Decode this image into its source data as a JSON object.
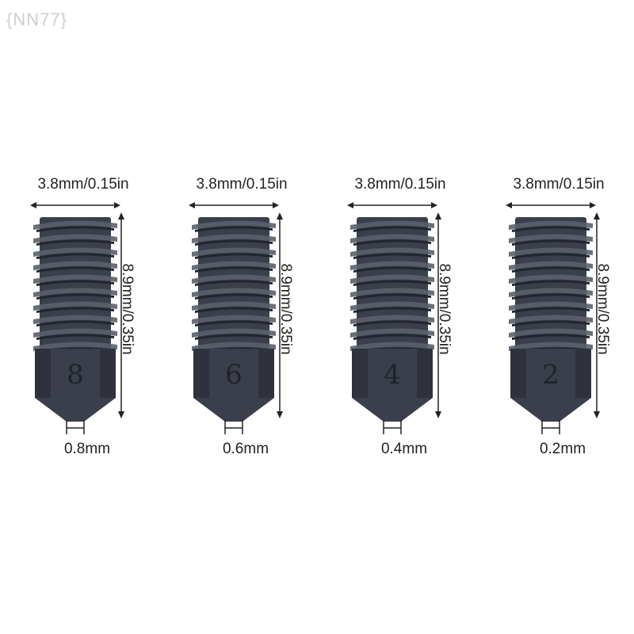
{
  "watermark": "{NN77}",
  "nozzles": [
    {
      "width": "3.8mm/0.15in",
      "height": "8.9mm/0.35in",
      "diameter": "0.8mm",
      "marking": "8"
    },
    {
      "width": "3.8mm/0.15in",
      "height": "8.9mm/0.35in",
      "diameter": "0.6mm",
      "marking": "6"
    },
    {
      "width": "3.8mm/0.15in",
      "height": "8.9mm/0.35in",
      "diameter": "0.4mm",
      "marking": "4"
    },
    {
      "width": "3.8mm/0.15in",
      "height": "8.9mm/0.35in",
      "diameter": "0.2mm",
      "marking": "2"
    }
  ],
  "colors": {
    "body": "#3a3f4b",
    "thread_dark": "#23262e",
    "thread_light": "#5a606c",
    "dimension": "#222222"
  }
}
